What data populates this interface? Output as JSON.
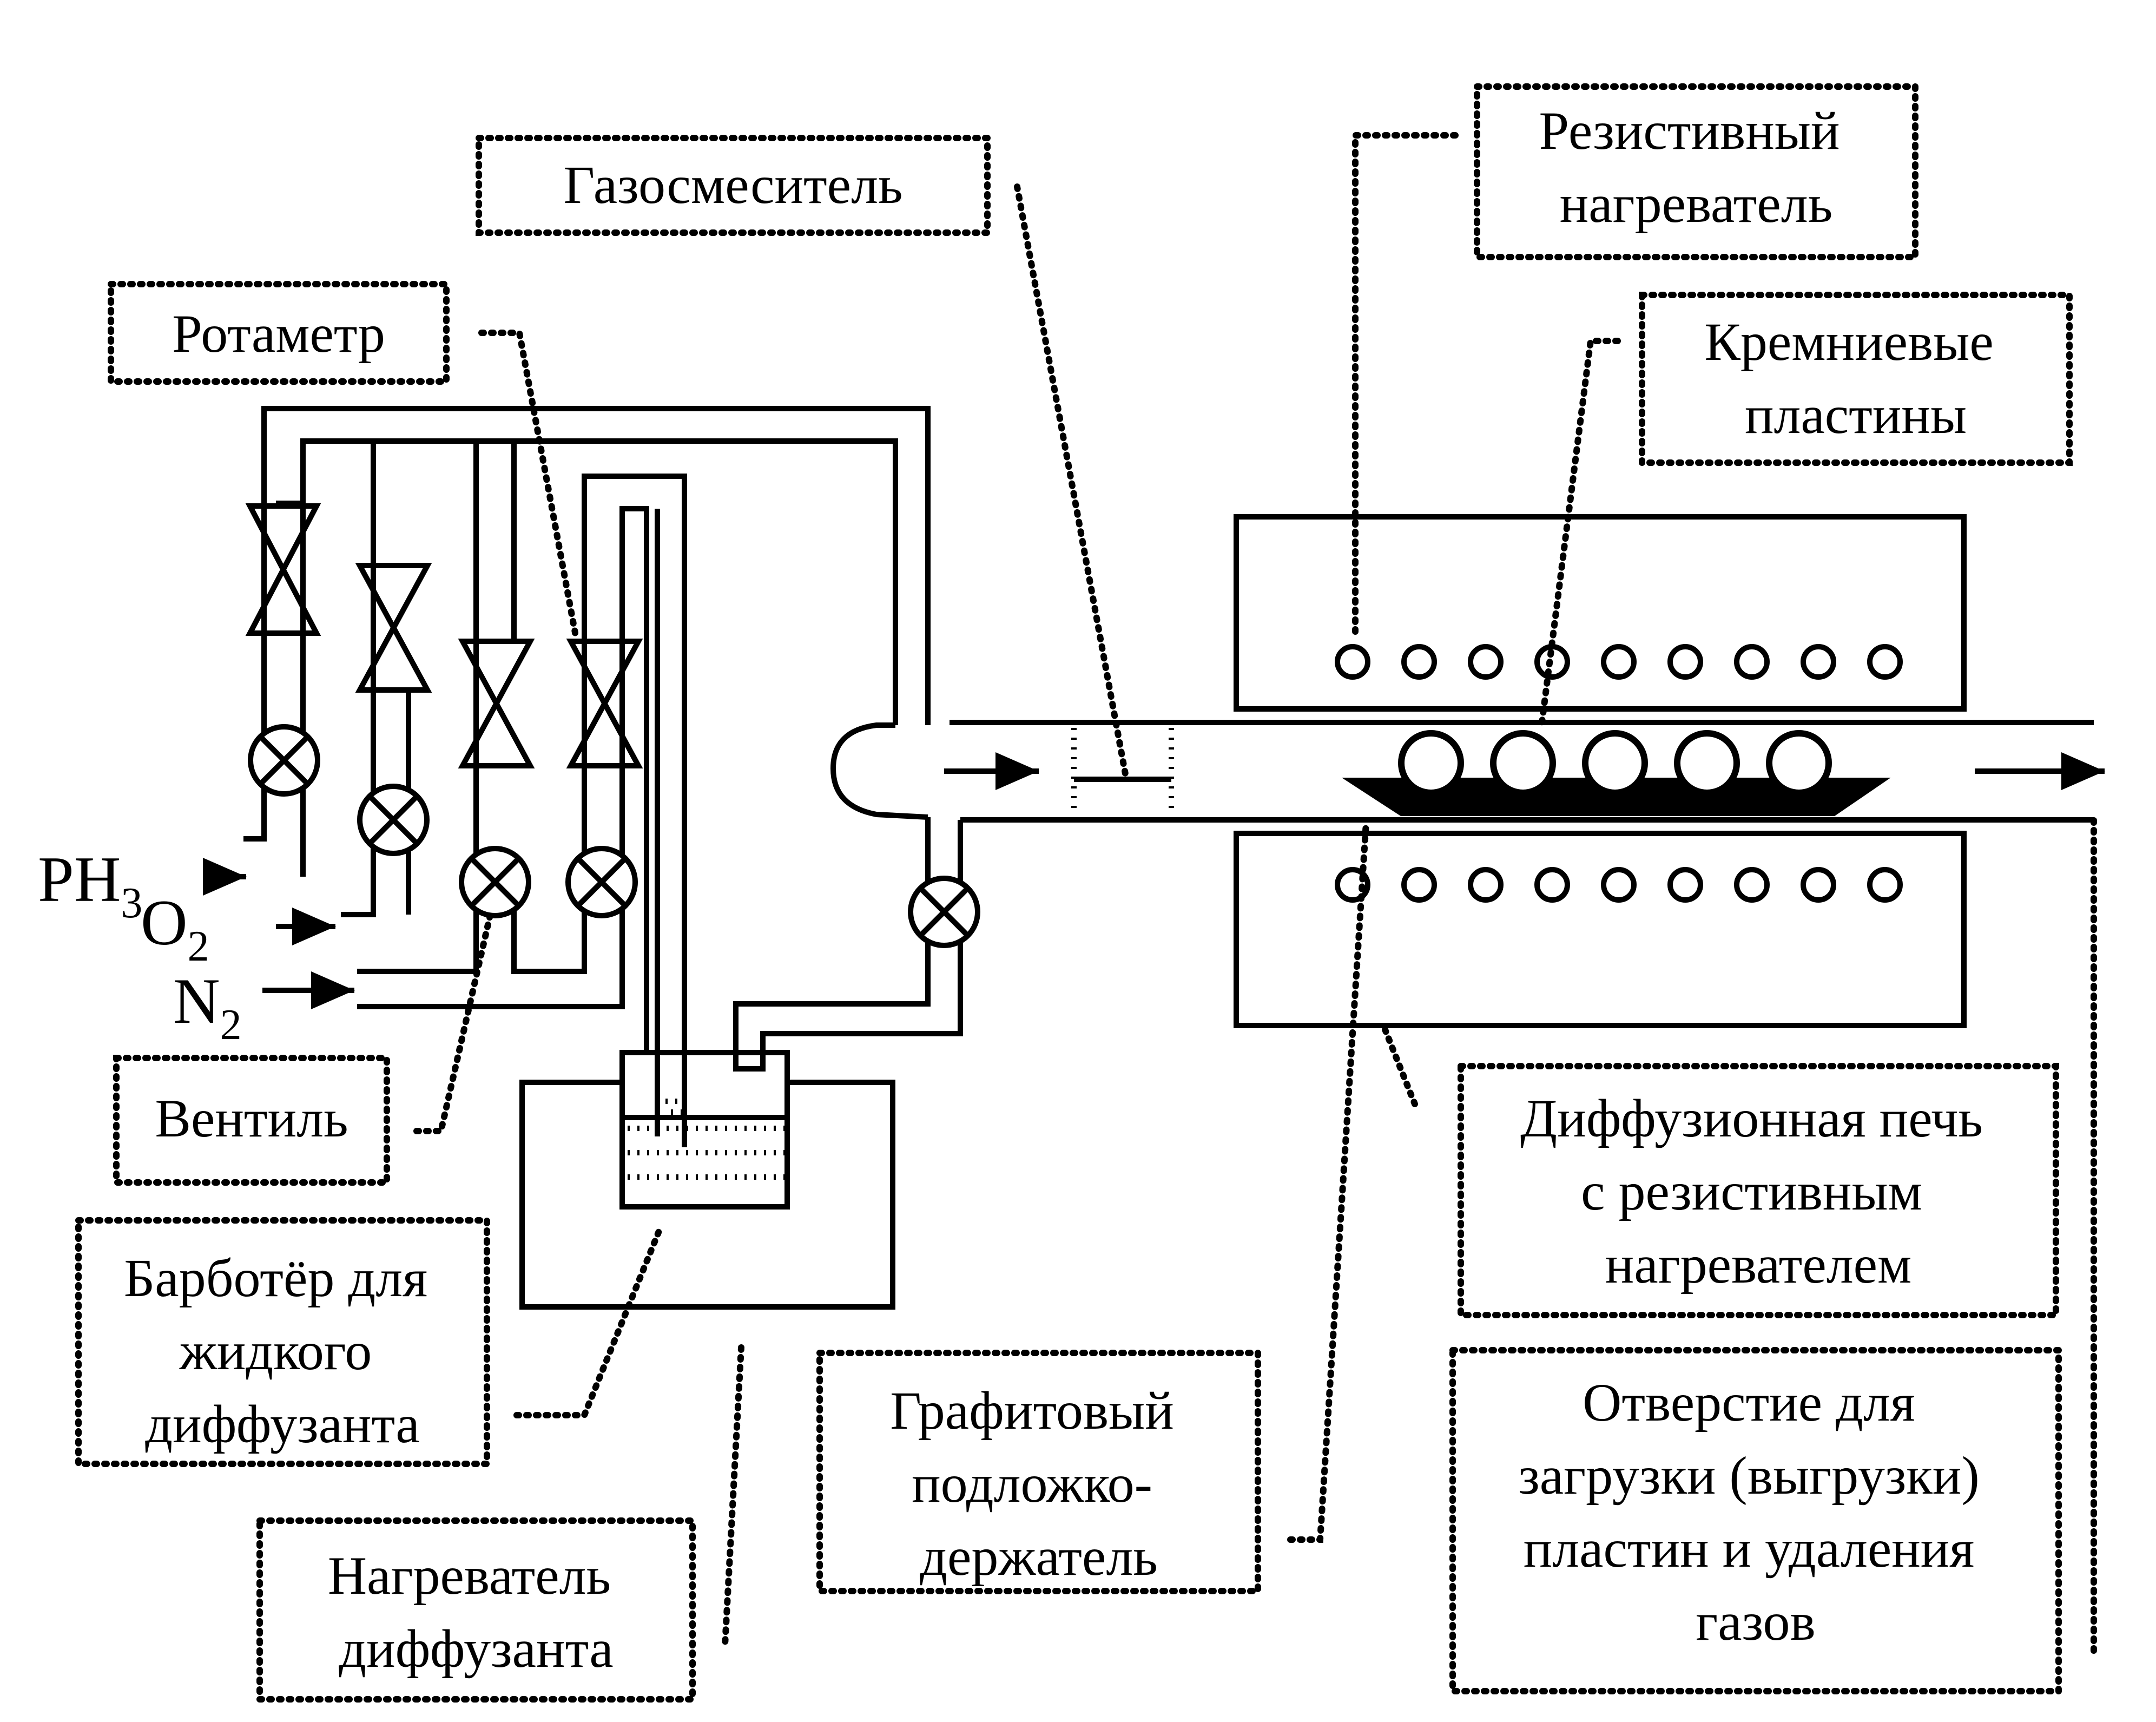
{
  "colors": {
    "ink": "#000000",
    "paper": "#ffffff"
  },
  "labels": {
    "gas_mixer": "Газосмеситель",
    "resistive_heater": [
      "Резистивный",
      "нагреватель"
    ],
    "rotameter": "Ротаметр",
    "silicon_wafers": [
      "Кремниевые",
      "пластины"
    ],
    "valve": "Вентиль",
    "bubbler": [
      "Барботёр для",
      "жидкого",
      "диффузанта"
    ],
    "furnace": [
      "Диффузионная печь",
      "с резистивным",
      "нагревателем"
    ],
    "graphite_holder": [
      "Графитовый",
      "подложко-",
      "держатель"
    ],
    "opening": [
      "Отверстие для",
      "загрузки (выгрузки)",
      "пластин и удаления",
      "газов"
    ],
    "dopant_heater": [
      "Нагреватель",
      "диффузанта"
    ]
  },
  "gas_inputs": [
    {
      "name": "PH",
      "sub": "3"
    },
    {
      "name": "O",
      "sub": "2"
    },
    {
      "name": "N",
      "sub": "2"
    }
  ],
  "icons": [
    "valve-icon",
    "rotameter-icon",
    "arrow-icon",
    "heater-coil-icon",
    "wafer-icon"
  ]
}
